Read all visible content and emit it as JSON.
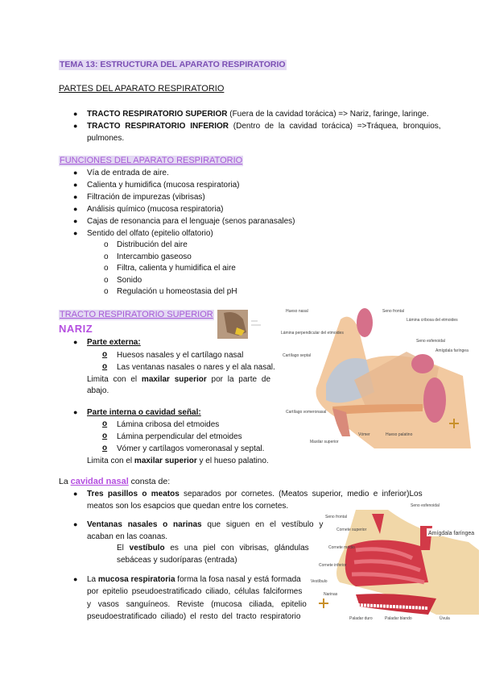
{
  "title": "TEMA 13: ESTRUCTURA DEL APARATO RESPIRATORIO",
  "partes": {
    "heading": "PARTES DEL APARATO RESPIRATORIO",
    "items": [
      {
        "bold": "TRACTO RESPIRATORIO SUPERIOR",
        "text": " (Fuera de la cavidad torácica) => Nariz, faringe, laringe."
      },
      {
        "bold": "TRACTO RESPIRATORIO INFERIOR",
        "text": " (Dentro de la cavidad torácica) =>Tráquea, bronquios,",
        "cont": "pulmones."
      }
    ]
  },
  "funciones": {
    "heading": "FUNCIONES DEL APARATO RESPIRATORIO",
    "items": [
      "Vía de entrada de aire.",
      "Calienta y humidifica (mucosa respiratoria)",
      "Filtración de impurezas (vibrisas)",
      "Análisis químico (mucosa respiratoria)",
      "Cajas de resonancia para el lenguaje (senos paranasales)",
      "Sentido del olfato (epitelio olfatorio)"
    ],
    "subitems": [
      "Distribución del aire",
      "Intercambio gaseoso",
      "Filtra, calienta y humidifica el aire",
      "Sonido",
      "Regulación u homeostasia del pH"
    ]
  },
  "tracto_superior": {
    "heading": "TRACTO RESPIRATORIO SUPERIOR",
    "nariz": "NARIZ",
    "externa": {
      "label": "Parte externa:",
      "items": [
        "Huesos nasales y el cartílago nasal",
        "Las ventanas nasales o nares y el ala nasal."
      ],
      "limit_pre": "Limita con el ",
      "limit_bold": "maxilar superior",
      "limit_post": " por la parte de",
      "limit_cont": "abajo."
    },
    "interna": {
      "label": "Parte interna o cavidad señal:",
      "items": [
        "Lámina cribosa del etmoides",
        "Lámina perpendicular del etmoides",
        "Vómer y cartílagos vomeronasal y septal."
      ],
      "limit_pre": "Limita con el ",
      "limit_bold": "maxilar superior",
      "limit_post": " y el hueso palatino."
    },
    "sub_marker": "o"
  },
  "cavidad": {
    "pre": "La ",
    "link": "cavidad nasal",
    "post": " consta de:",
    "items": [
      {
        "lines": [
          [
            "Tres pasillos o meatos",
            " separados por cornetes. (Meatos superior, medio e inferior)Los"
          ],
          [
            "",
            "meatos son los esapcios que quedan entre los cornetes."
          ]
        ]
      },
      {
        "lines": [
          [
            "Ventanas nasales o narinas",
            " que siguen en el vestíbulo y"
          ],
          [
            "",
            "acaban en las coanas."
          ]
        ]
      },
      {
        "lines": [
          [
            "La ",
            ""
          ],
          [
            "",
            "por epitelio pseudoestratificado ciliado, células falciformes"
          ],
          [
            "",
            "y vasos sanguíneos. Reviste (mucosa ciliada, epitelio"
          ],
          [
            "",
            "pseudoestratificado ciliado) el resto del tracto respiratorio"
          ]
        ],
        "bold": "mucosa respiratoria",
        "rest": " forma la fosa nasal y está formada"
      }
    ],
    "vestibulo_pre": "El ",
    "vestibulo_bold": "vestíbulo",
    "vestibulo_post": " es una piel con vibrisas, glándulas",
    "vestibulo_cont": "sebáceas y sudoríparas (entrada)"
  },
  "figure1_labels": [
    "Hueso nasal",
    "Seno frontal",
    "Lámina perpendicular del etmoides",
    "Lámina cribosa del etmoides",
    "Cartílago septal",
    "Seno esfenoidal",
    "Amígdala faríngea",
    "Cartílago vomeronasal",
    "Vómer",
    "Hueso palatino",
    "Maxilar superior"
  ],
  "figure2_labels": [
    "Seno frontal",
    "Cornete superior",
    "Cornete medio",
    "Cornete inferior",
    "Vestíbulo",
    "Narinas",
    "Paladar duro",
    "Paladar blando",
    "Úvula",
    "Seno esfenoidal",
    "Amígdala faríngea"
  ],
  "colors": {
    "accent": "#7b4fb4",
    "highlight": "#e3d9f3",
    "pink": "#b54fe0"
  }
}
